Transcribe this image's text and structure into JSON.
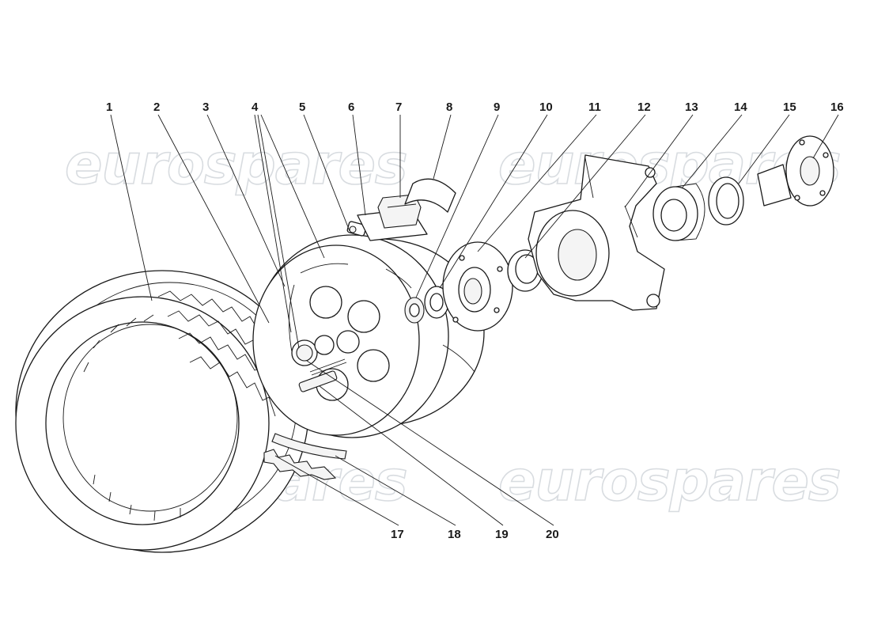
{
  "watermark": {
    "text": "eurospares"
  },
  "callouts": {
    "c1": "1",
    "c2": "2",
    "c3": "3",
    "c4": "4",
    "c5": "5",
    "c6": "6",
    "c7": "7",
    "c8": "8",
    "c9": "9",
    "c10": "10",
    "c11": "11",
    "c12": "12",
    "c13": "13",
    "c14": "14",
    "c15": "15",
    "c16": "16",
    "c17": "17",
    "c18": "18",
    "c19": "19",
    "c20": "20"
  }
}
